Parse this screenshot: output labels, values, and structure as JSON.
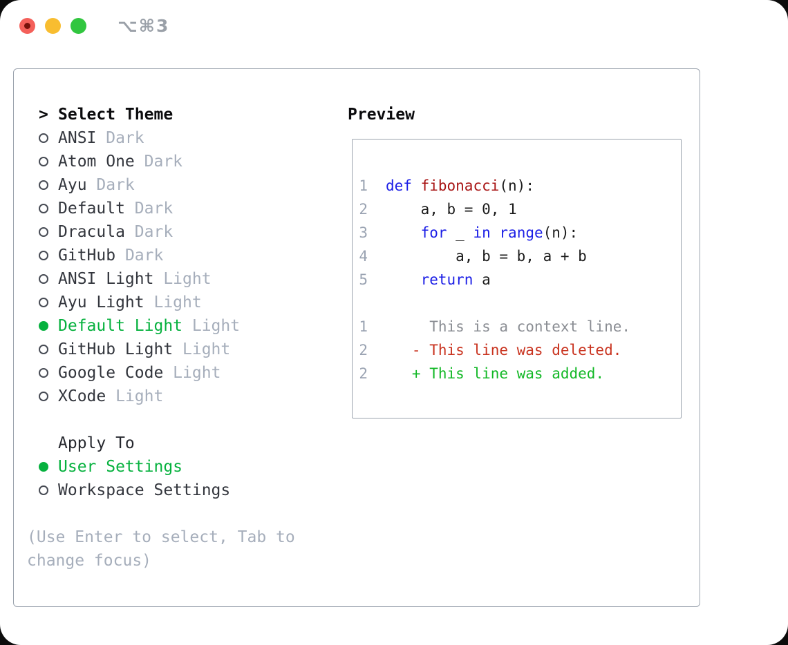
{
  "window": {
    "title": "⌥⌘3"
  },
  "theme_selector": {
    "header": {
      "prefix": ">",
      "label": "Select Theme"
    },
    "themes": [
      {
        "name": "ANSI",
        "variant": "Dark",
        "selected": false
      },
      {
        "name": "Atom One",
        "variant": "Dark",
        "selected": false
      },
      {
        "name": "Ayu",
        "variant": "Dark",
        "selected": false
      },
      {
        "name": "Default",
        "variant": "Dark",
        "selected": false
      },
      {
        "name": "Dracula",
        "variant": "Dark",
        "selected": false
      },
      {
        "name": "GitHub",
        "variant": "Dark",
        "selected": false
      },
      {
        "name": "ANSI Light",
        "variant": "Light",
        "selected": false
      },
      {
        "name": "Ayu Light",
        "variant": "Light",
        "selected": false
      },
      {
        "name": "Default Light",
        "variant": "Light",
        "selected": true
      },
      {
        "name": "GitHub Light",
        "variant": "Light",
        "selected": false
      },
      {
        "name": "Google Code",
        "variant": "Light",
        "selected": false
      },
      {
        "name": "XCode",
        "variant": "Light",
        "selected": false
      }
    ],
    "apply_to": {
      "label": "Apply To",
      "options": [
        {
          "name": "User Settings",
          "selected": true
        },
        {
          "name": "Workspace Settings",
          "selected": false
        }
      ]
    },
    "hint_lines": [
      "(Use Enter to select, Tab to",
      "change focus)"
    ]
  },
  "preview": {
    "label": "Preview",
    "code_lines": [
      {
        "num": "1",
        "segments": [
          [
            "keyword",
            "def"
          ],
          [
            "plain",
            " "
          ],
          [
            "function",
            "fibonacci"
          ],
          [
            "plain",
            "(n):"
          ]
        ]
      },
      {
        "num": "2",
        "segments": [
          [
            "plain",
            "    a, b = 0, 1"
          ]
        ]
      },
      {
        "num": "3",
        "segments": [
          [
            "plain",
            "    "
          ],
          [
            "keyword",
            "for"
          ],
          [
            "plain",
            " _ "
          ],
          [
            "keyword",
            "in"
          ],
          [
            "plain",
            " "
          ],
          [
            "keyword",
            "range"
          ],
          [
            "plain",
            "(n):"
          ]
        ]
      },
      {
        "num": "4",
        "segments": [
          [
            "plain",
            "        a, b = b, a + b"
          ]
        ]
      },
      {
        "num": "5",
        "segments": [
          [
            "plain",
            "    "
          ],
          [
            "keyword",
            "return"
          ],
          [
            "plain",
            " a"
          ]
        ]
      },
      {
        "num": "",
        "segments": []
      },
      {
        "num": "1",
        "segments": [
          [
            "context",
            "     This is a context line."
          ]
        ]
      },
      {
        "num": "2",
        "segments": [
          [
            "deleted",
            "   - This line was deleted."
          ]
        ]
      },
      {
        "num": "2",
        "segments": [
          [
            "added",
            "   + This line was added."
          ]
        ]
      }
    ],
    "colors": {
      "keyword": "#1b1ee6",
      "function": "#a81414",
      "plain": "#1b1b1b",
      "context": "#8a8d93",
      "deleted": "#c9331f",
      "added": "#12b826",
      "line_number": "#9aa3b2",
      "accent_green": "#06b13e"
    }
  }
}
